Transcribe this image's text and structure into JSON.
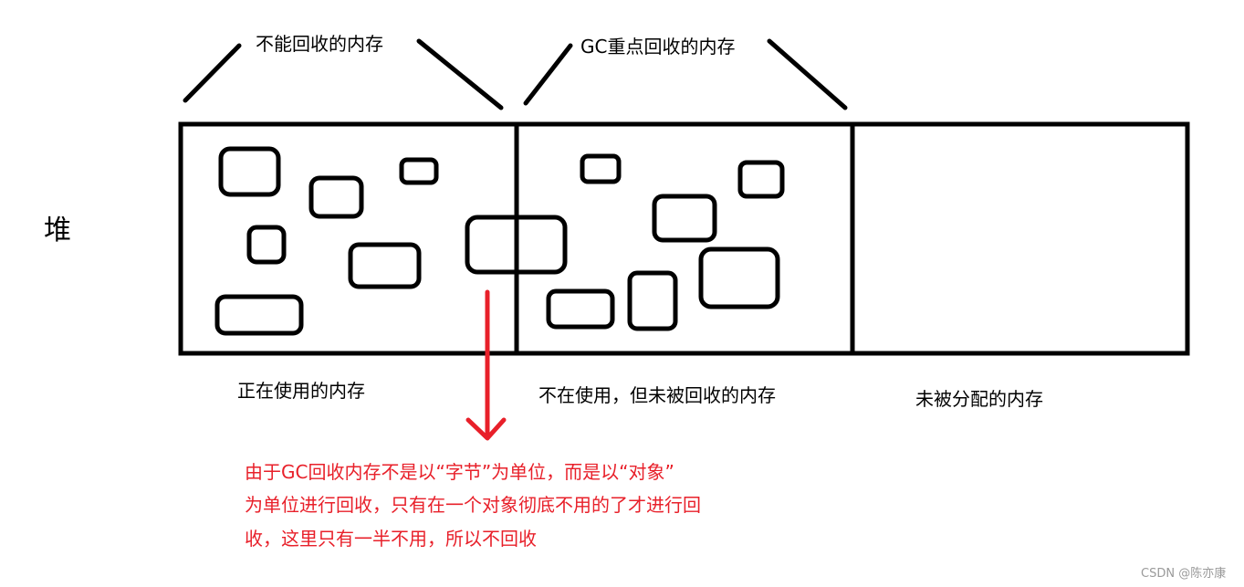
{
  "heap_label": "堆",
  "top_labels": {
    "non_reclaimable": "不能回收的内存",
    "gc_focus": "GC重点回收的内存"
  },
  "section_labels": {
    "in_use": "正在使用的内存",
    "unused_not_reclaimed": "不在使用，但未被回收的内存",
    "unallocated": "未被分配的内存"
  },
  "note_lines": [
    "由于GC回收内存不是以“字节”为单位，而是以“对象”",
    "为单位进行回收，只有在一个对象彻底不用的了才进行回",
    "收，这里只有一半不用，所以不回收"
  ],
  "watermark": "CSDN @陈亦康",
  "colors": {
    "stroke": "#000000",
    "note": "#e8202a",
    "watermark": "#9a9a9a"
  }
}
